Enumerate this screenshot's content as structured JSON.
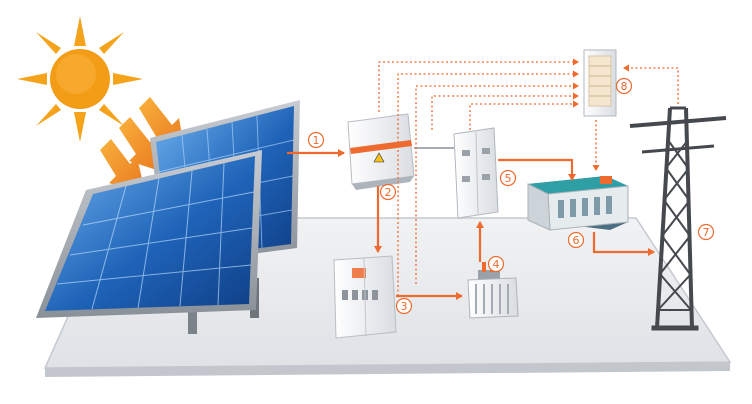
{
  "colors": {
    "accent": "#ee6a2f",
    "sun": "#f5a31a",
    "panel_blue": "#1f63b8",
    "platform": "#e9ebee"
  },
  "markers": [
    {
      "id": "inverter-link",
      "label": "1"
    },
    {
      "id": "inverter",
      "label": "2"
    },
    {
      "id": "distribution-cabinet",
      "label": "3"
    },
    {
      "id": "transformer",
      "label": "4"
    },
    {
      "id": "switchgear",
      "label": "5"
    },
    {
      "id": "substation",
      "label": "6"
    },
    {
      "id": "transmission-tower",
      "label": "7"
    },
    {
      "id": "monitoring-cabinet",
      "label": "8"
    }
  ],
  "icons": [
    "sun-icon",
    "solar-panel-icon",
    "inverter-icon",
    "distribution-cabinet-icon",
    "transformer-icon",
    "switchgear-icon",
    "substation-icon",
    "transmission-tower-icon",
    "monitoring-cabinet-icon"
  ]
}
